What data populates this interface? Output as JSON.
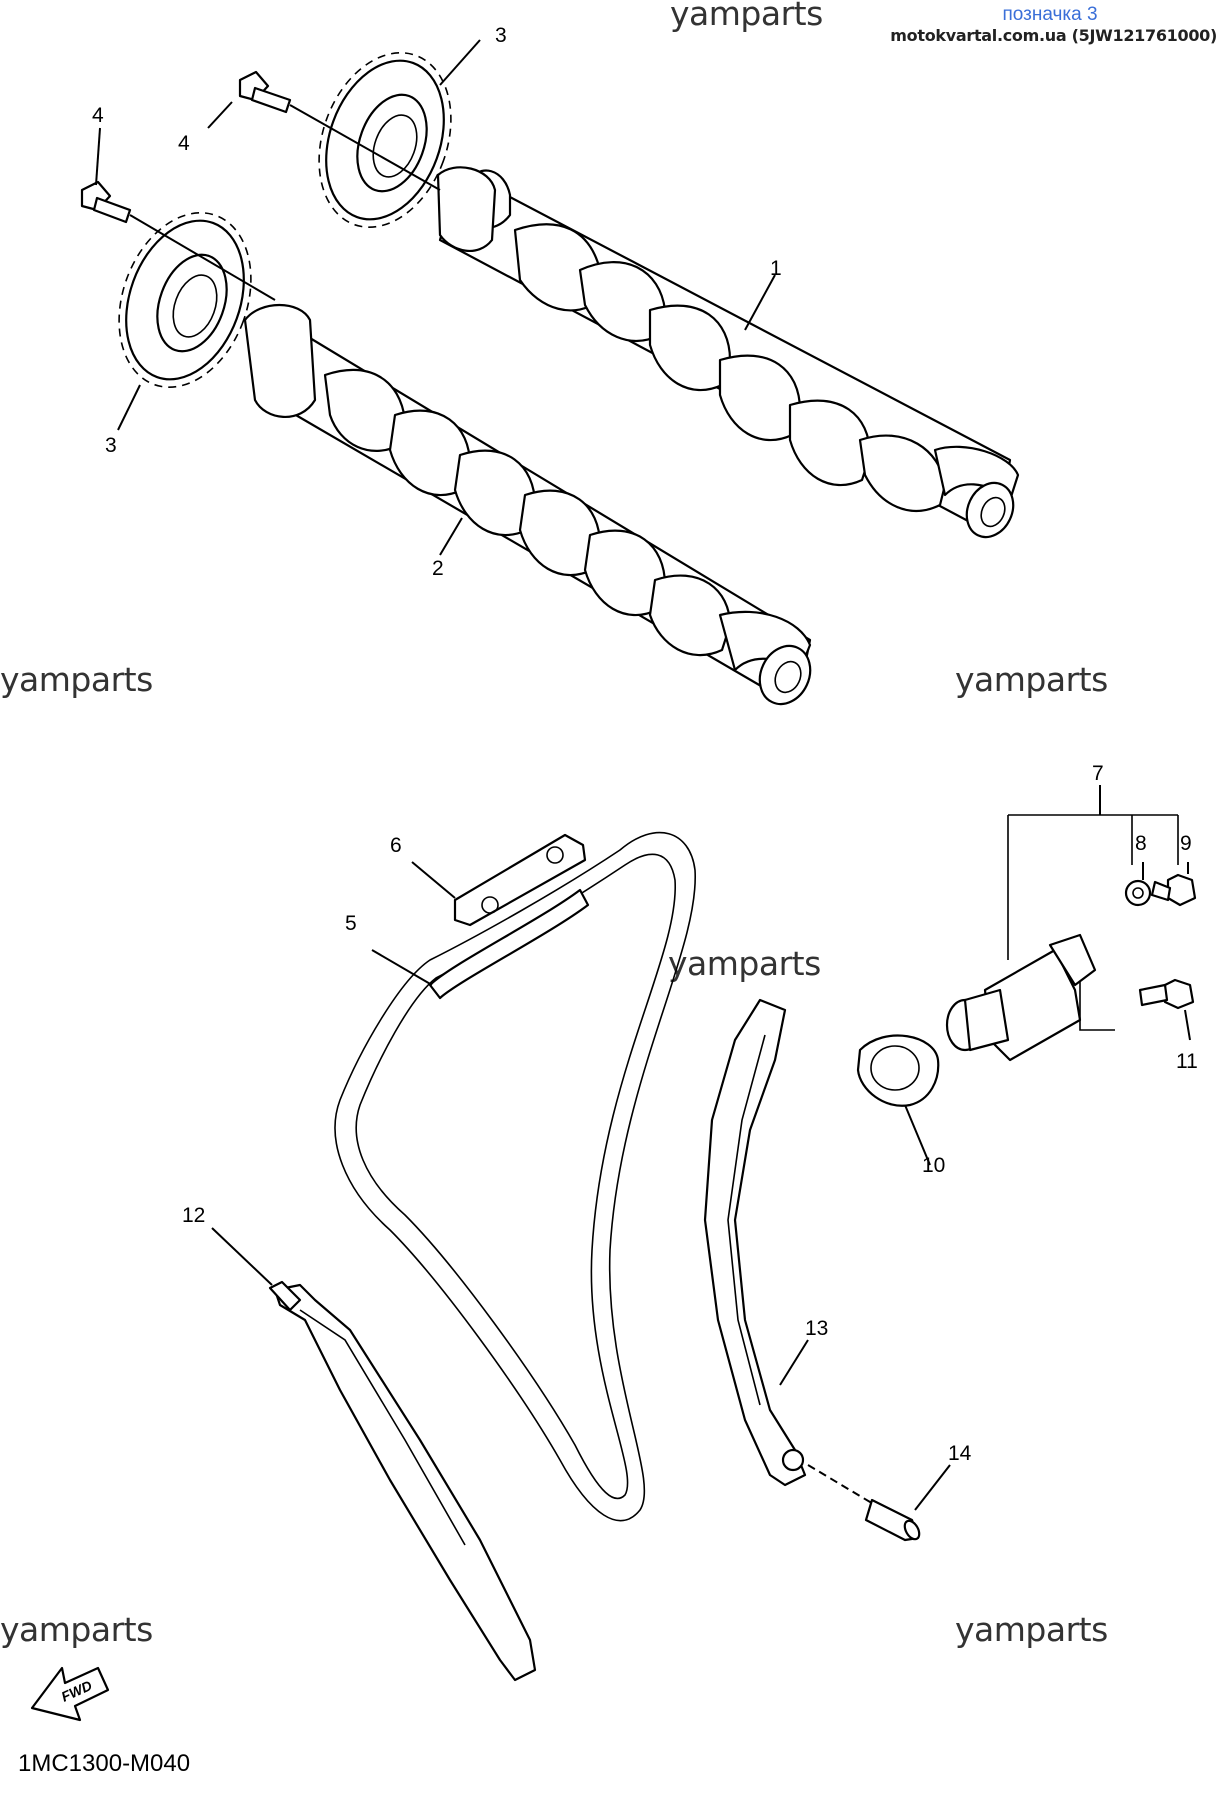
{
  "header": {
    "reference_label": "позначка 3",
    "site_text": "motokvartal.com.ua (5JW121761000)"
  },
  "watermarks": [
    "yamparts",
    "yamparts",
    "yamparts",
    "yamparts",
    "yamparts",
    "yamparts"
  ],
  "callouts": [
    "1",
    "2",
    "3",
    "3",
    "4",
    "4",
    "5",
    "6",
    "7",
    "8",
    "9",
    "10",
    "11",
    "12",
    "13",
    "14"
  ],
  "fwd_label": "FWD",
  "diagram_code": "1MC1300-M040",
  "colors": {
    "reference_label": "#3a6fd8",
    "line": "#000000",
    "watermark": "#333333"
  }
}
